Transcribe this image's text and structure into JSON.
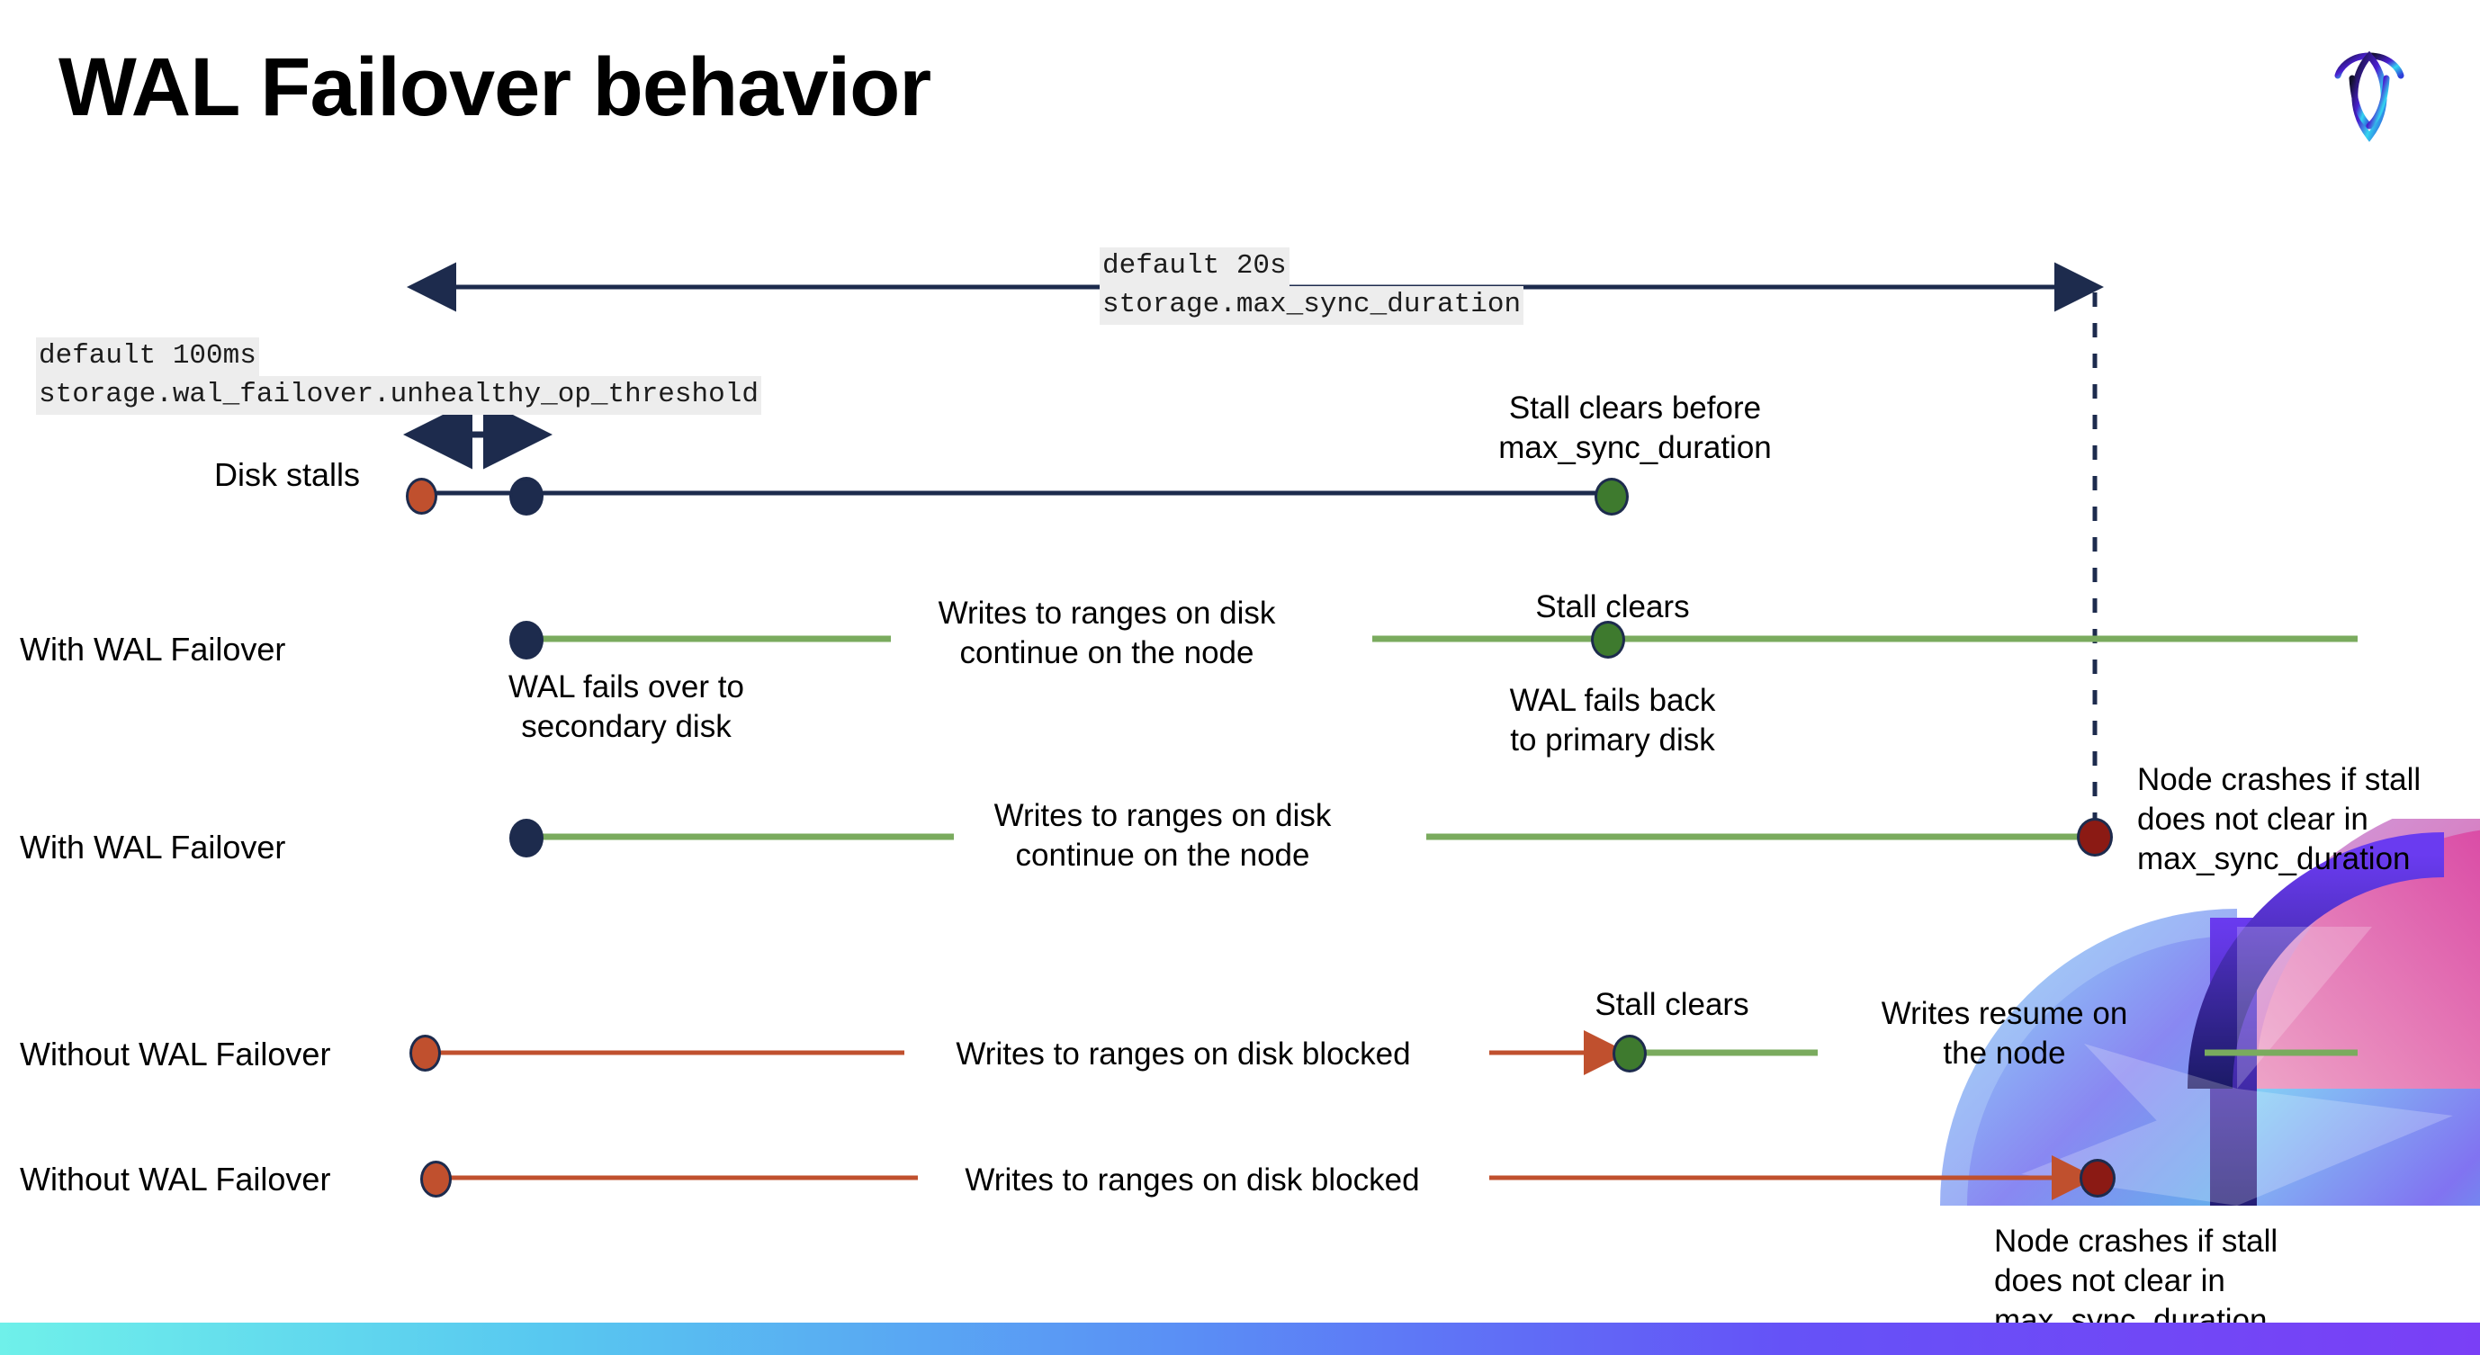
{
  "slide": {
    "title": "WAL Failover behavior",
    "logo_icon": "cockroach-labs-logo-icon",
    "bottom_bar_colors": [
      "#6ff0ea",
      "#5a8ef5",
      "#7a3ff6"
    ]
  },
  "colors": {
    "navy": "#1d2b4d",
    "orange": "#c0502e",
    "green_dot": "#3e7a2e",
    "green_line": "#7aab5e",
    "dark_red": "#8b1a14",
    "code_bg": "#ededed",
    "text": "#000000"
  },
  "annotations": {
    "max_sync": {
      "default_label": "default 20s",
      "setting_label": "storage.max_sync_duration"
    },
    "unhealthy": {
      "default_label": "default 100ms",
      "setting_label": "storage.wal_failover.unhealthy_op_threshold"
    }
  },
  "rows": [
    {
      "id": "disk-stalls",
      "label": "Disk stalls",
      "notes": [
        {
          "id": "stall-clears-before",
          "lines": [
            "Stall clears before",
            "max_sync_duration"
          ]
        }
      ]
    },
    {
      "id": "with-wal-failover-1",
      "label": "With WAL Failover",
      "notes": [
        {
          "id": "wal-fails-over",
          "lines": [
            "WAL fails over to",
            "secondary disk"
          ]
        },
        {
          "id": "writes-continue-1",
          "lines": [
            "Writes to ranges on disk",
            "continue on the node"
          ]
        },
        {
          "id": "stall-clears-1",
          "lines": [
            "Stall clears"
          ]
        },
        {
          "id": "wal-fails-back",
          "lines": [
            "WAL fails  back",
            "to primary disk"
          ]
        }
      ]
    },
    {
      "id": "with-wal-failover-2",
      "label": "With WAL Failover",
      "notes": [
        {
          "id": "writes-continue-2",
          "lines": [
            "Writes to ranges on disk",
            "continue on the node"
          ]
        },
        {
          "id": "node-crashes-1",
          "lines": [
            "Node crashes if stall",
            "does not clear in",
            "max_sync_duration"
          ]
        }
      ]
    },
    {
      "id": "without-wal-failover-1",
      "label": "Without WAL Failover",
      "notes": [
        {
          "id": "writes-blocked-1",
          "lines": [
            "Writes to ranges on disk  blocked"
          ]
        },
        {
          "id": "stall-clears-2",
          "lines": [
            "Stall clears"
          ]
        },
        {
          "id": "writes-resume",
          "lines": [
            "Writes resume on",
            "the node"
          ]
        }
      ]
    },
    {
      "id": "without-wal-failover-2",
      "label": "Without WAL Failover",
      "notes": [
        {
          "id": "writes-blocked-2",
          "lines": [
            "Writes to ranges on disk  blocked"
          ]
        },
        {
          "id": "node-crashes-2",
          "lines": [
            "Node crashes if stall",
            "does not clear in",
            "max_sync_duration"
          ]
        }
      ]
    }
  ],
  "markers": {
    "stall_start": "orange-dot",
    "failover_point": "navy-dot",
    "stall_clear": "green-dot",
    "node_crash": "dark-red-dot"
  }
}
